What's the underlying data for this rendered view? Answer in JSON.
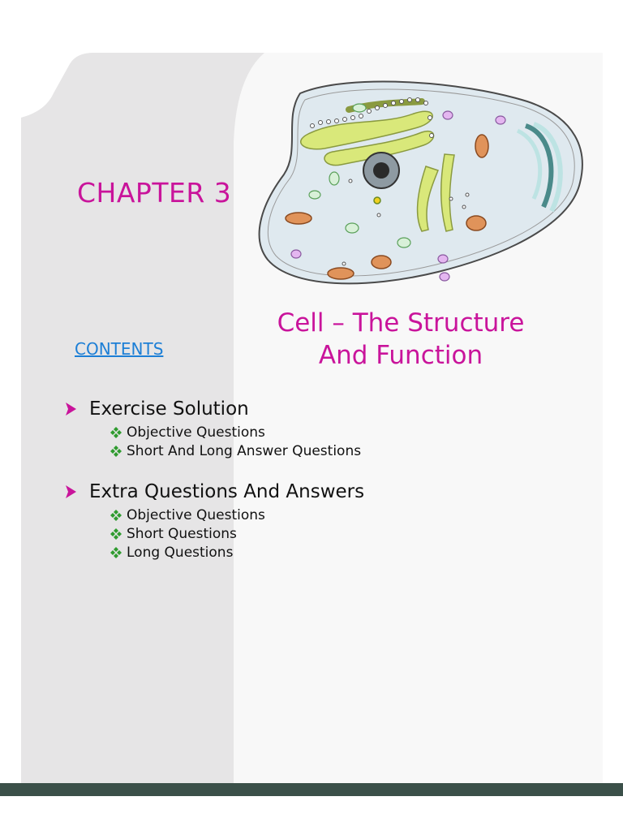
{
  "chapter": {
    "label": "CHAPTER 3"
  },
  "contents": {
    "label": "CONTENTS"
  },
  "title": {
    "line1": "Cell – The Structure",
    "line2": "And Function"
  },
  "sections": [
    {
      "label": "Exercise Solution",
      "items": [
        "Objective Questions",
        "Short And Long Answer Questions"
      ]
    },
    {
      "label": "Extra Questions And Answers",
      "items": [
        "Objective Questions",
        "Short Questions",
        "Long Questions"
      ]
    }
  ],
  "colors": {
    "accent": "#c9149b",
    "link": "#1d7fd6",
    "bullet": "#2f9b2f",
    "footer": "#3b5049"
  },
  "icons": {
    "section_bullet": "arrow-right-icon",
    "item_bullet": "diamond-cluster-icon"
  }
}
